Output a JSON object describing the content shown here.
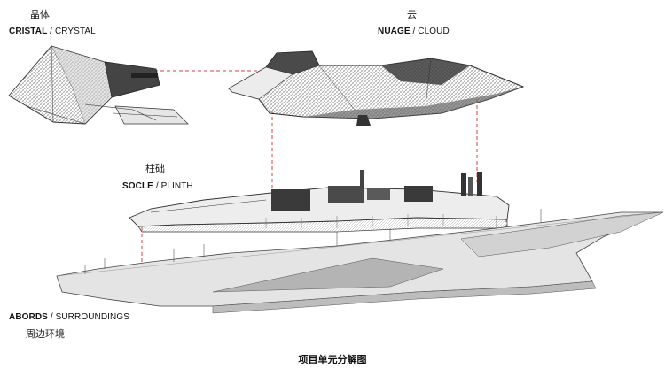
{
  "crystal": {
    "cn": "晶体",
    "fr": "CRISTAL",
    "sep": " / ",
    "en": "CRYSTAL"
  },
  "cloud": {
    "cn": "云",
    "fr": "NUAGE",
    "sep": " / ",
    "en": "CLOUD"
  },
  "plinth": {
    "cn": "柱础",
    "fr": "SOCLE",
    "sep": " / ",
    "en": "PLINTH"
  },
  "surroundings": {
    "cn": "周边环境",
    "fr": "ABORDS",
    "sep": " / ",
    "en": "SURROUNDINGS"
  },
  "caption": "项目单元分解图",
  "colors": {
    "dashed": "#d84040",
    "structure": "#333333",
    "roof": "#555555",
    "ground": "#d9d9d9"
  }
}
